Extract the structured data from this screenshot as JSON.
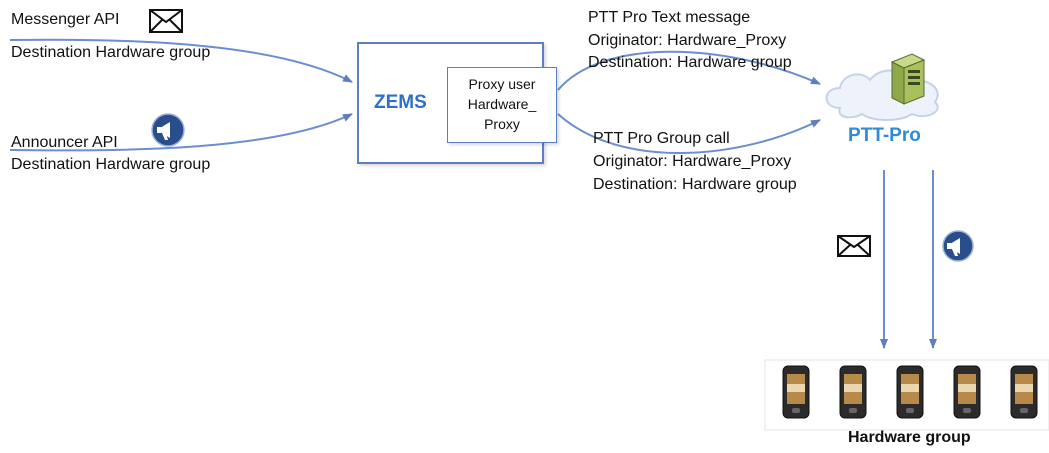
{
  "inputs": {
    "messenger": {
      "line1": "Messenger API",
      "line2": "Destination Hardware group"
    },
    "announcer": {
      "line1": "Announcer API",
      "line2": "Destination Hardware group"
    }
  },
  "zems": {
    "label": "ZEMS",
    "proxy": {
      "line1": "Proxy user",
      "line2": "Hardware_",
      "line3": "Proxy"
    }
  },
  "outputs": {
    "text_message": {
      "line1": "PTT Pro Text  message",
      "line2": "Originator: Hardware_Proxy",
      "line3": "Destination: Hardware group"
    },
    "group_call": {
      "line1": "PTT Pro Group call",
      "line2": "Originator: Hardware_Proxy",
      "line3": "Destination: Hardware group"
    }
  },
  "ptt_pro": {
    "label": "PTT-Pro"
  },
  "hardware_group": {
    "label": "Hardware group",
    "device_count": 5
  },
  "colors": {
    "arrow": "#6a8fcf",
    "zems_text": "#2e6fc7",
    "pttpro_text": "#2e8bd8",
    "badge": "#2a4d8c"
  },
  "icons": [
    "envelope-icon",
    "megaphone-icon",
    "server-icon",
    "cloud-icon",
    "phone-icon"
  ]
}
